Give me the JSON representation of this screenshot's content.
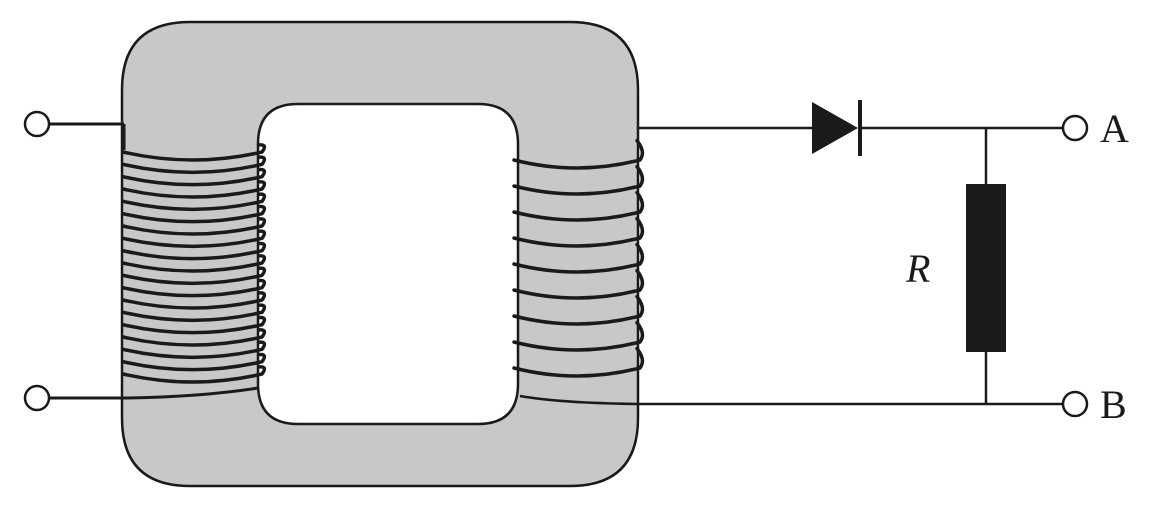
{
  "labels": {
    "terminal_a": "A",
    "terminal_b": "B",
    "resistor": "R"
  },
  "colors": {
    "core_fill": "#c8c8c8",
    "stroke": "#1a1a1a",
    "resistor_fill": "#1a1a1a",
    "background": "#ffffff"
  },
  "coils": {
    "primary_turns": 19,
    "secondary_turns": 9
  }
}
